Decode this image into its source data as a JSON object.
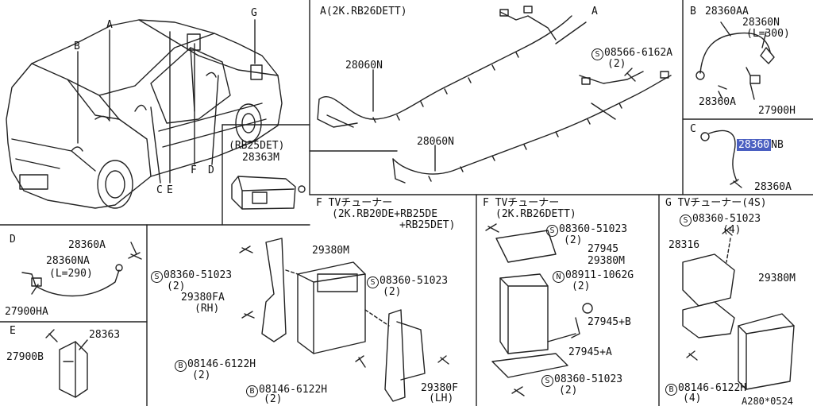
{
  "car": {
    "callouts": [
      "A",
      "B",
      "C",
      "D",
      "E",
      "F",
      "G"
    ]
  },
  "box_rb25det": {
    "title": "(RB25DET)",
    "part": "28363M"
  },
  "section_a": {
    "title": "A(2K.RB26DETT)",
    "tag": "A",
    "harness_upper": "28060N",
    "harness_lower": "28060N",
    "bolt": "08566-6162A",
    "bolt_qty": "(2)",
    "bolt_sym": "S"
  },
  "section_b": {
    "tag": "B",
    "p1": "28360AA",
    "p2": "28360N",
    "p2_len": "(L=300)",
    "p3": "28360A",
    "p4": "27900H"
  },
  "section_c": {
    "tag": "C",
    "p1_hl": "28360",
    "p1_suffix": "NB",
    "p2": "28360A"
  },
  "section_d": {
    "tag": "D",
    "p1": "28360A",
    "p2": "28360NA",
    "p2_len": "(L=290)",
    "p3": "27900HA"
  },
  "section_e": {
    "tag": "E",
    "p1": "27900B",
    "p2": "28363"
  },
  "section_f1": {
    "title1": "F TVチューナー",
    "title2": "(2K.RB20DE+RB25DE",
    "title3": "+RB25DET)",
    "p_29380m": "29380M",
    "p_bolt1": "08360-51023",
    "p_bolt1_qty": "(2)",
    "p_29380fa": "29380FA",
    "p_rh": "(RH)",
    "p_bolt2": "08360-51023",
    "p_bolt2_qty": "(2)",
    "p_b1": "08146-6122H",
    "p_b1_qty": "(2)",
    "p_b2": "08146-6122H",
    "p_b2_qty": "(2)",
    "p_29380f": "29380F",
    "p_lh": "(LH)",
    "sym_s": "S",
    "sym_b": "B"
  },
  "section_f2": {
    "title1": "F TVチューナー",
    "title2": "(2K.RB26DETT)",
    "p_bolt1": "08360-51023",
    "p_bolt1_qty": "(2)",
    "p_27945": "27945",
    "p_29380m": "29380M",
    "p_nut": "08911-1062G",
    "p_nut_qty": "(2)",
    "p_27945b": "27945+B",
    "p_27945a": "27945+A",
    "p_bolt2": "08360-51023",
    "p_bolt2_qty": "(2)",
    "sym_s": "S",
    "sym_n": "N"
  },
  "section_g": {
    "title": "G TVチューナー(4S)",
    "p_bolt": "08360-51023",
    "p_bolt_qty": "(4)",
    "p_28316": "28316",
    "p_29380m": "29380M",
    "p_b": "08146-6122H",
    "p_b_qty": "(4)",
    "sym_s": "S",
    "sym_b": "B"
  },
  "footer": {
    "code": "A280*0524"
  }
}
